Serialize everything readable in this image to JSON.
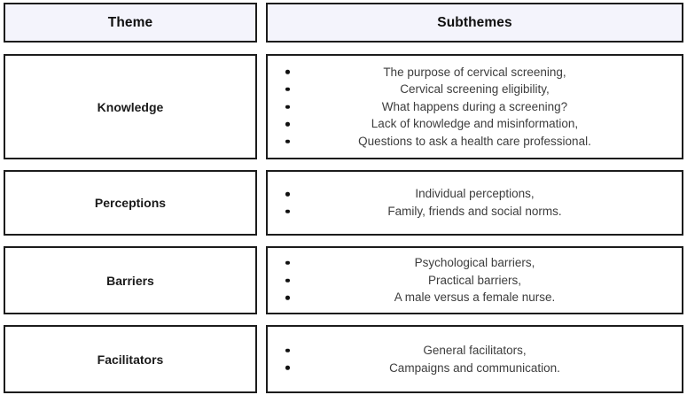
{
  "table": {
    "headers": {
      "theme": "Theme",
      "subthemes": "Subthemes"
    },
    "rows": [
      {
        "theme": "Knowledge",
        "subthemes": [
          "The purpose of cervical screening,",
          "Cervical screening eligibility,",
          "What happens during a screening?",
          "Lack of knowledge and misinformation,",
          "Questions to ask a health care professional."
        ]
      },
      {
        "theme": "Perceptions",
        "subthemes": [
          "Individual perceptions,",
          "Family, friends and social norms."
        ]
      },
      {
        "theme": "Barriers",
        "subthemes": [
          "Psychological barriers,",
          "Practical barriers,",
          "A male versus a female nurse."
        ]
      },
      {
        "theme": "Facilitators",
        "subthemes": [
          "General facilitators,",
          "Campaigns and communication."
        ]
      }
    ],
    "colors": {
      "header_bg": "#f4f4fc",
      "cell_border": "#1c1c1c",
      "body_text": "#3d3d3d",
      "heading_text": "#0f0f0f"
    }
  }
}
